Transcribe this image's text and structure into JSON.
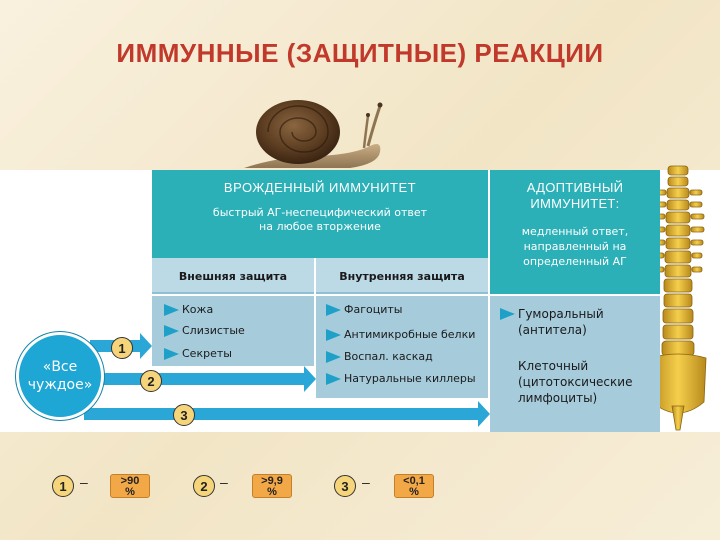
{
  "title": "ИММУННЫЕ (ЗАЩИТНЫЕ) РЕАКЦИИ",
  "innate": {
    "title": "ВРОЖДЕННЫЙ ИММУНИТЕТ",
    "subtitle_line1": "быстрый АГ-неспецифический ответ",
    "subtitle_line2": "на любое вторжение",
    "external": {
      "header": "Внешняя защита",
      "items": [
        "Кожа",
        "Слизистые",
        "Секреты"
      ]
    },
    "internal": {
      "header": "Внутренняя защита",
      "items": [
        "Фагоциты",
        "Антимикробные белки",
        "Воспал. каскад",
        "Натуральные киллеры"
      ]
    }
  },
  "adaptive": {
    "title_line1": "АДОПТИВНЫЙ",
    "title_line2": "ИММУНИТЕТ:",
    "desc_line1": "медленный ответ,",
    "desc_line2": "направленный на",
    "desc_line3": "определенный АГ",
    "item1_line1": "Гуморальный",
    "item1_line2": "(антитела)",
    "item2_line1": "Клеточный",
    "item2_line2": "(цитотоксические",
    "item2_line3": "лимфоциты)"
  },
  "source": {
    "line1": "«Все",
    "line2": "чуждое»"
  },
  "arrows": [
    "1",
    "2",
    "3"
  ],
  "legend": [
    {
      "num": "1",
      "dash": "–",
      "pct_line1": ">90",
      "pct_line2": "%"
    },
    {
      "num": "2",
      "dash": "–",
      "pct_line1": ">9,9",
      "pct_line2": "%"
    },
    {
      "num": "3",
      "dash": "–",
      "pct_line1": "<0,1",
      "pct_line2": "%"
    }
  ],
  "colors": {
    "title": "#c0392b",
    "teal": "#2bb0b8",
    "arrow": "#1ea0c8",
    "badge": "#f3a847"
  }
}
